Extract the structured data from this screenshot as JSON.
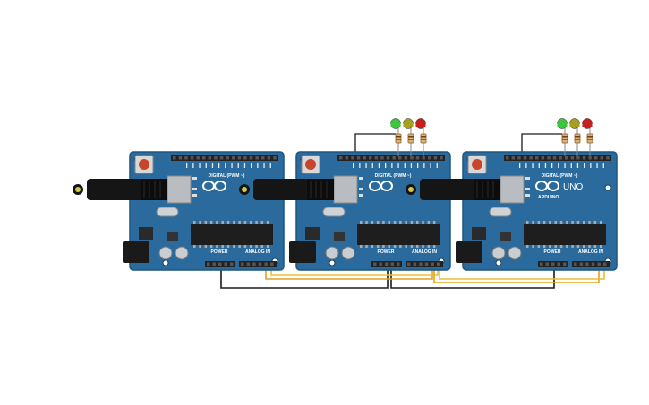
{
  "boards": [
    {
      "name": "arduino-uno-1",
      "digital_label": "DIGITAL (PWM ~)",
      "power_label": "POWER",
      "analog_label": "ANALOG IN",
      "leds": []
    },
    {
      "name": "arduino-uno-2",
      "digital_label": "DIGITAL (PWM ~)",
      "power_label": "POWER",
      "analog_label": "ANALOG IN",
      "leds": [
        {
          "color": "#3cc63c",
          "name": "green-led"
        },
        {
          "color": "#a6a01c",
          "name": "yellow-led"
        },
        {
          "color": "#c81e1e",
          "name": "red-led"
        }
      ]
    },
    {
      "name": "arduino-uno-3",
      "digital_label": "DIGITAL (PWM ~)",
      "power_label": "POWER",
      "analog_label": "ANALOG IN",
      "brand": "ARDUINO",
      "model": "UNO",
      "leds": [
        {
          "color": "#3cc63c",
          "name": "green-led"
        },
        {
          "color": "#a6a01c",
          "name": "yellow-led"
        },
        {
          "color": "#c81e1e",
          "name": "red-led"
        }
      ]
    }
  ],
  "colors": {
    "board": "#2a6a9c",
    "board_dark": "#1f557f",
    "wire_black": "#1a1a1a",
    "wire_orange": "#e8a020",
    "wire_yellow": "#e8c030",
    "usb_plug": "#151515",
    "usb_metal": "#b9bdc1"
  }
}
